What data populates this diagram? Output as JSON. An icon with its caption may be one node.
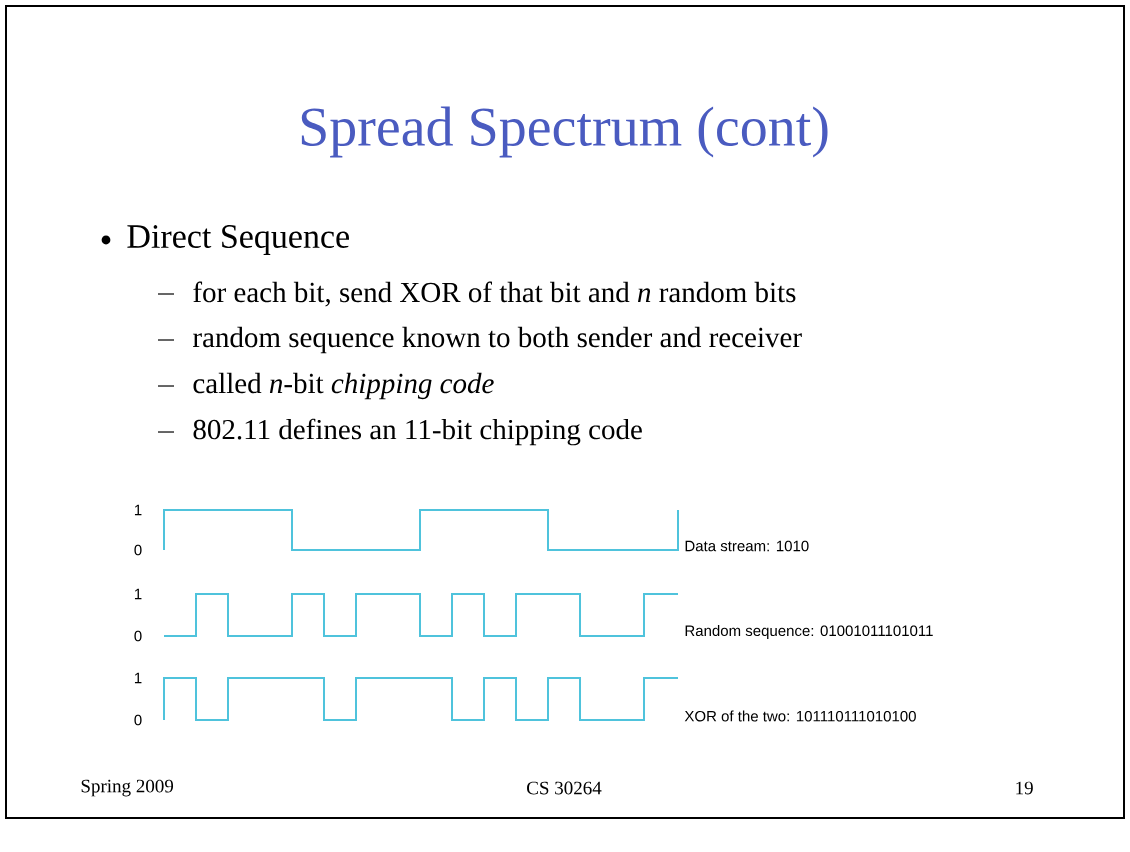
{
  "diagram": {
    "title": "Spread Spectrum (cont)",
    "labels": [
      "Direct Sequence",
      "for each bit, send XOR of that bit and *n* random bits",
      "random sequence known to both sender and receiver",
      "called *n*-bit *chipping code*",
      "802.11 defines an 11-bit chipping code",
      "1",
      "0",
      "Data stream: 1010",
      "1",
      "0",
      "Random sequence: 01001011101011",
      "1",
      "0",
      "XOR of the two: 101110111010100",
      "Spring 2009",
      "CS 30264",
      "19"
    ]
  }
}
